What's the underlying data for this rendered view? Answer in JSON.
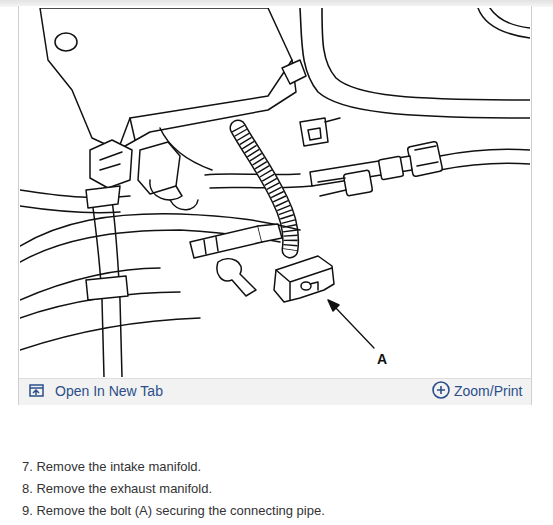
{
  "diagram": {
    "labels": [
      "A",
      "Open In New Tab",
      "Zoom/Print",
      "7. Remove the intake manifold.",
      "8. Remove the exhaust manifold.",
      "9. Remove the bolt (A) securing the connecting pipe."
    ]
  }
}
